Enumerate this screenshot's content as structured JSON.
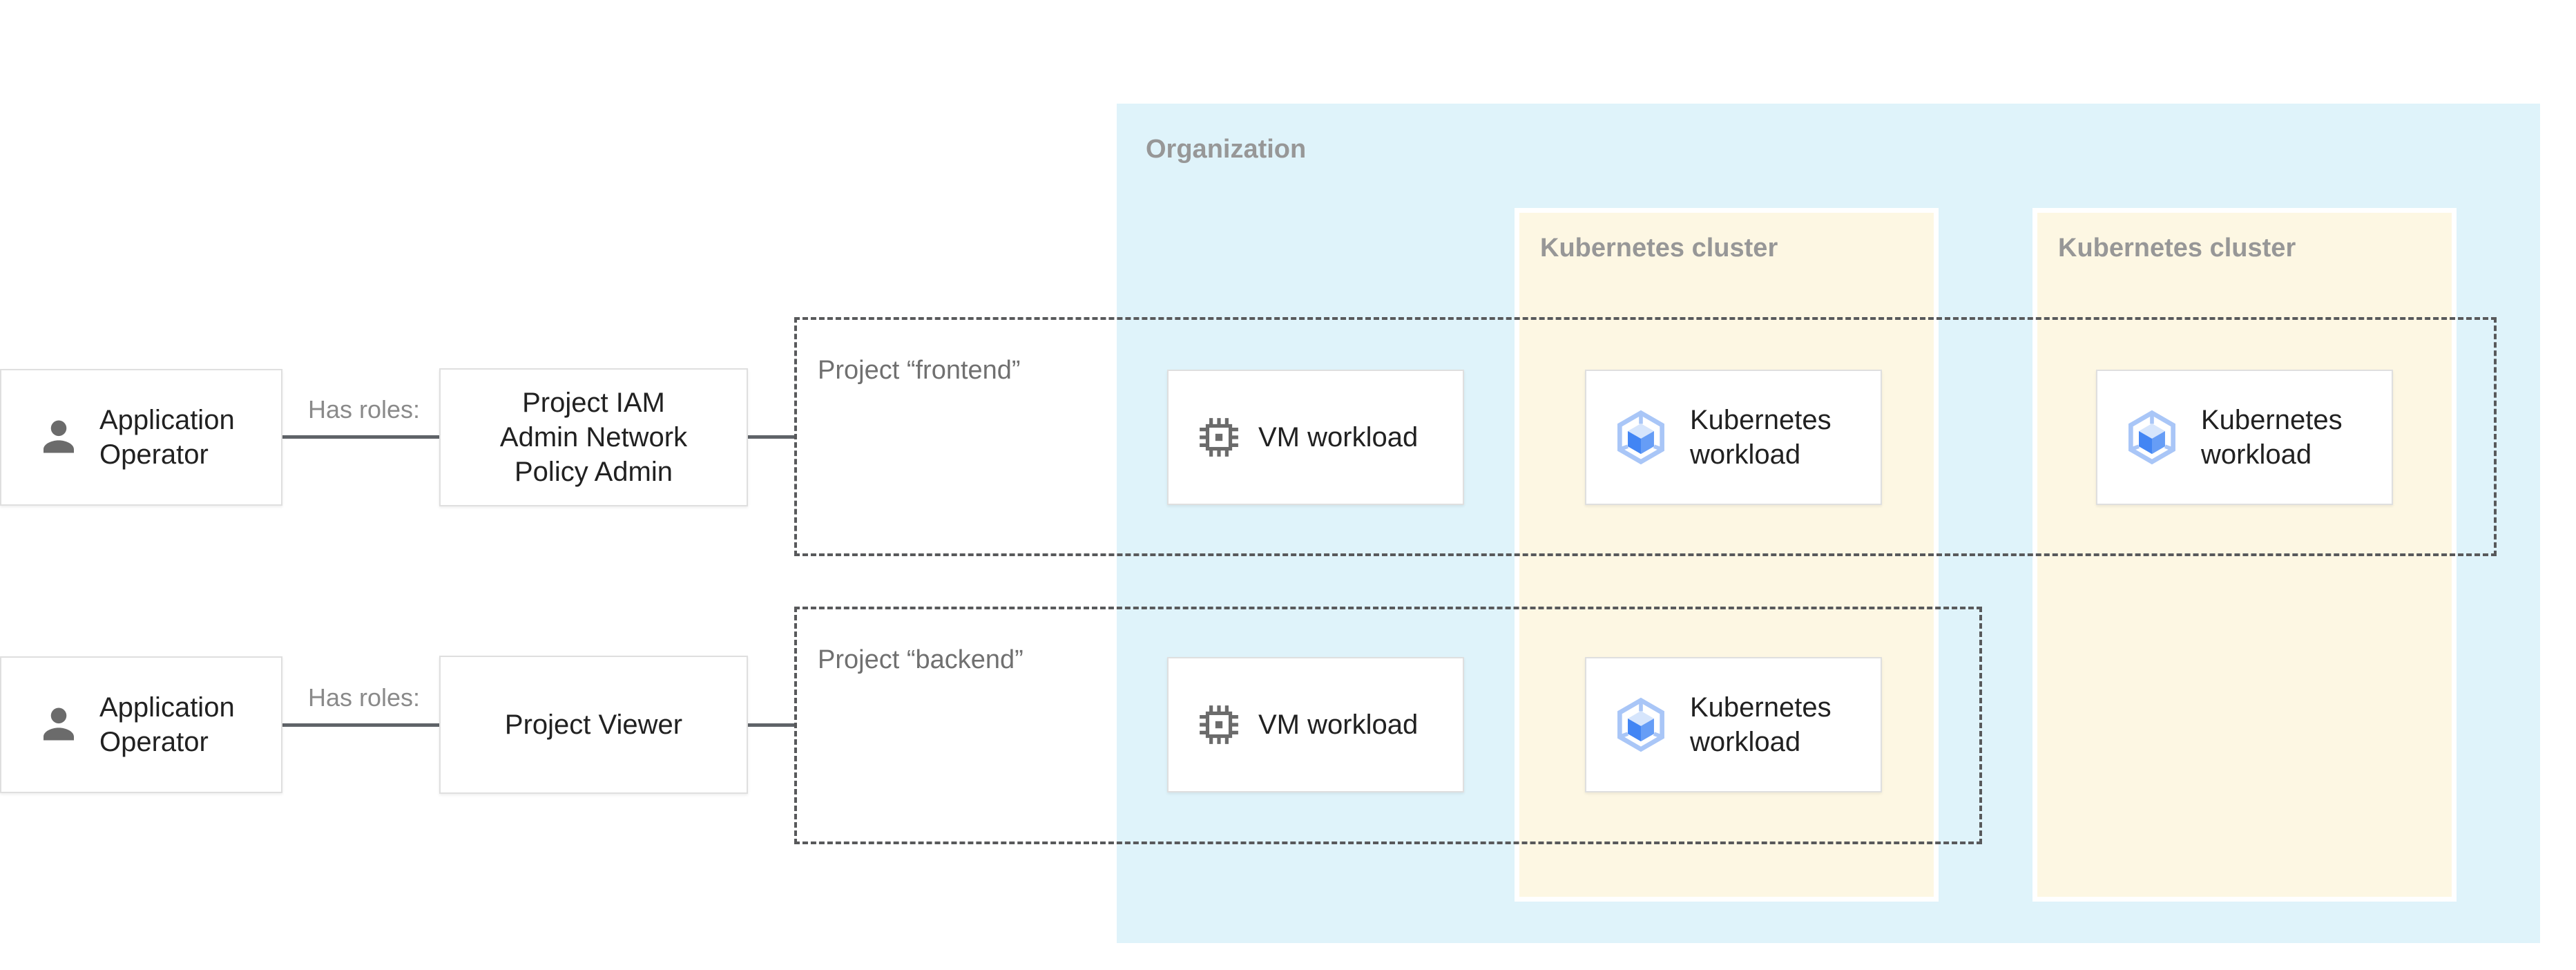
{
  "palette": {
    "org_bg": "#DFF3FA",
    "cluster_bg": "#FDF7E3",
    "zone_label": "#979797",
    "project_label": "#707070",
    "relation_label": "#8A8A8A",
    "text": "#212121",
    "connector": "#5F6368",
    "dash": "#58595B",
    "card_border": "#DFDFDF",
    "icon_gray": "#6B6B6B",
    "gke_ring": "#A9C6F7",
    "gke_top": "#D6E5FC",
    "gke_left": "#4285F4",
    "gke_right": "#669DF6"
  },
  "organization": {
    "label": "Organization"
  },
  "clusters": [
    {
      "label": "Kubernetes cluster"
    },
    {
      "label": "Kubernetes cluster"
    }
  ],
  "projects": [
    {
      "label": "Project “frontend”"
    },
    {
      "label": "Project “backend”"
    }
  ],
  "actors": [
    {
      "line1": "Application",
      "line2": "Operator",
      "icon": "person-icon"
    },
    {
      "line1": "Application",
      "line2": "Operator",
      "icon": "person-icon"
    }
  ],
  "relations": [
    {
      "label": "Has roles:"
    },
    {
      "label": "Has roles:"
    }
  ],
  "roles": [
    {
      "line1": "Project IAM",
      "line2": "Admin Network",
      "line3": "Policy Admin"
    },
    {
      "line1": "Project Viewer"
    }
  ],
  "workloads": {
    "frontend_vm": {
      "label": "VM workload",
      "icon": "chip-icon"
    },
    "frontend_k8s_left": {
      "line1": "Kubernetes",
      "line2": "workload",
      "icon": "gke-hexagon-cube-icon"
    },
    "frontend_k8s_right": {
      "line1": "Kubernetes",
      "line2": "workload",
      "icon": "gke-hexagon-cube-icon"
    },
    "backend_vm": {
      "label": "VM workload",
      "icon": "chip-icon"
    },
    "backend_k8s_left": {
      "line1": "Kubernetes",
      "line2": "workload",
      "icon": "gke-hexagon-cube-icon"
    }
  }
}
